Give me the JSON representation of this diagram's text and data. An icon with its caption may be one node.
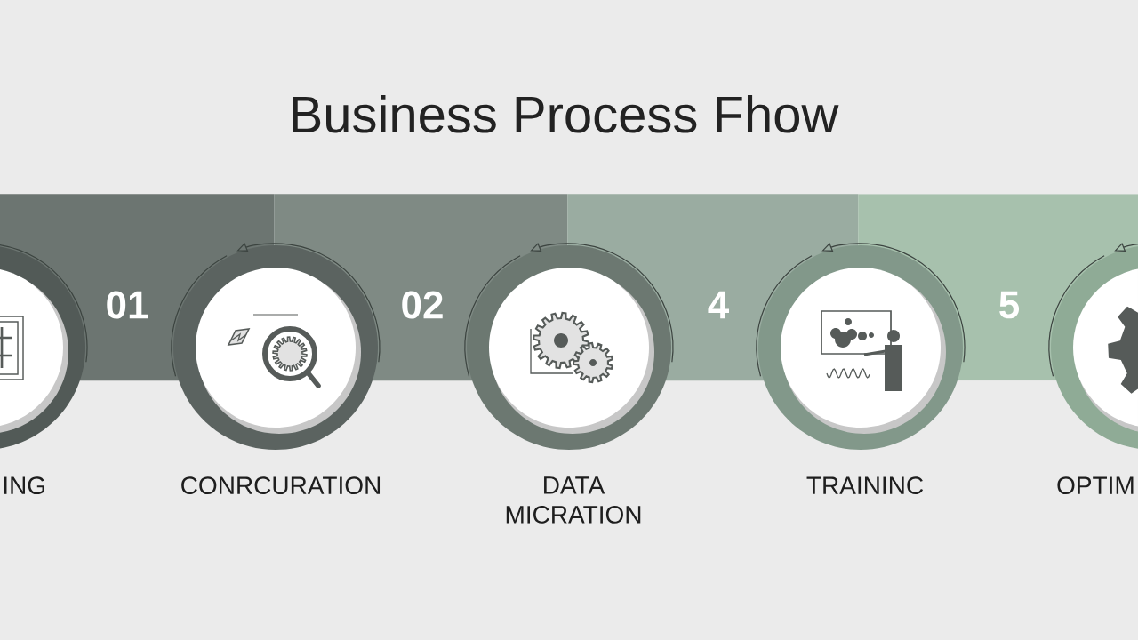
{
  "diagram": {
    "title": "Business Process Fhow",
    "nodes": [
      {
        "text": [
          "01"
        ]
      },
      {
        "text": [
          "02"
        ]
      },
      {
        "text": [
          "4"
        ]
      },
      {
        "text": [
          "5"
        ]
      },
      {
        "text": [
          "ING"
        ]
      },
      {
        "text": [
          "CONRCURATION"
        ]
      },
      {
        "text": [
          "DATA MICRATION"
        ]
      },
      {
        "text": [
          "TRAININC"
        ]
      },
      {
        "text": [
          "OPTIM"
        ]
      }
    ]
  }
}
